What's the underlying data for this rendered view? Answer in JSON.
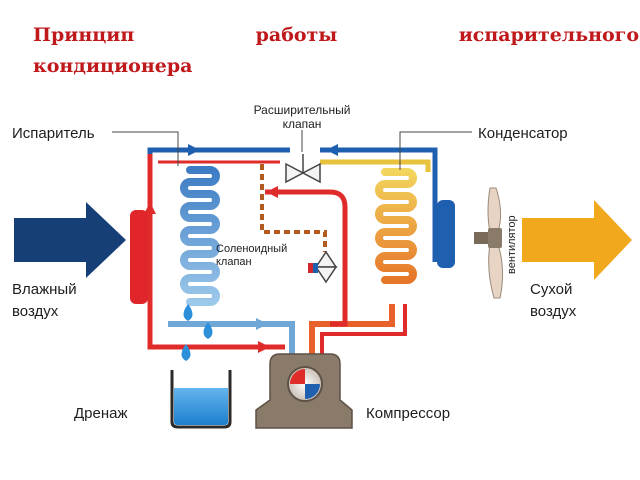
{
  "title": {
    "line1_words": [
      "Принцип",
      "работы",
      "испарительного"
    ],
    "line2": "кондиционера"
  },
  "labels": {
    "evaporator": "Испаритель",
    "expansion_valve_line1": "Расширительный",
    "expansion_valve_line2": "клапан",
    "condenser": "Конденсатор",
    "solenoid_valve_line1": "Соленоидный",
    "solenoid_valve_line2": "клапан",
    "fan": "вентилятор",
    "humid_air_line1": "Влажный",
    "humid_air_line2": "воздух",
    "dry_air_line1": "Сухой",
    "dry_air_line2": "воздух",
    "drain": "Дренаж",
    "compressor": "Компрессор"
  },
  "colors": {
    "title": "#c0191c",
    "hot_pipe": "#e02b2b",
    "cold_pipe": "#1f5fb0",
    "condenser_pipe": "#e8c23a",
    "evaporator_coil": "#6fa8d6",
    "condenser_coil": "#f0a43a",
    "humid_air_arrow": "#163f78",
    "dry_air_arrow": "#f2a81d",
    "water": "#2b8fd9",
    "compressor": "#8a7a6a"
  },
  "icons": {
    "expansion_valve": "valve-icon",
    "solenoid_valve": "solenoid-valve-icon",
    "fan": "fan-icon",
    "compressor": "compressor-icon",
    "drain": "drain-container-icon"
  }
}
